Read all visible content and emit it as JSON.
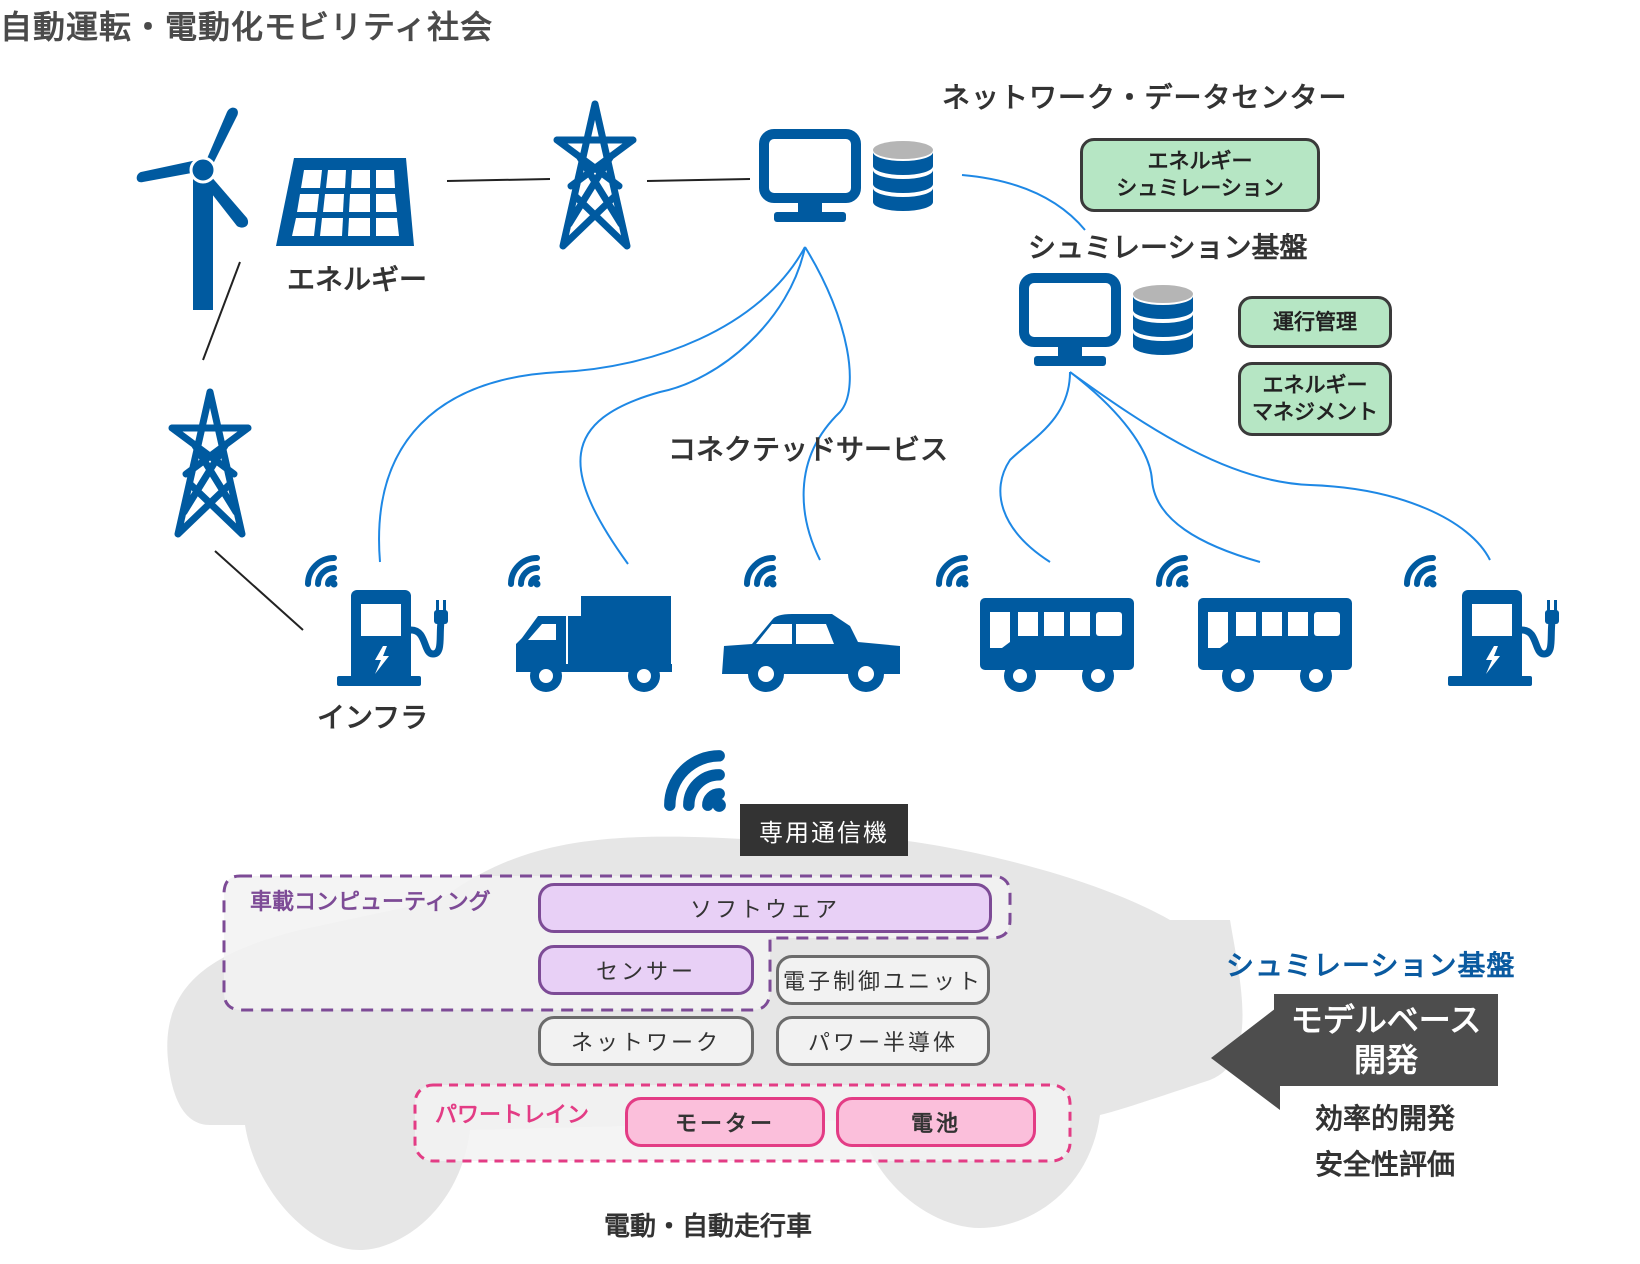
{
  "title": "自動運転・電動化モビリティ社会",
  "colors": {
    "icon_blue": "#005aa0",
    "link_blue": "#1e88e5",
    "green_box": "#b6e6c4",
    "purple": "#7d4b96",
    "purple_fill": "#e8d0f6",
    "pink": "#e33c85",
    "pink_fill": "#fbbfdb",
    "car_gray": "#e6e6e6",
    "dark_box": "#4d4d4d"
  },
  "energy": {
    "label": "エネルギー",
    "icons": [
      "wind-turbine-icon",
      "solar-panel-icon",
      "power-tower-icon",
      "power-tower-icon"
    ]
  },
  "network_datacenter": {
    "label": "ネットワーク・データセンター",
    "icons": [
      "monitor-icon",
      "database-icon"
    ]
  },
  "simulation_platform_top": {
    "label": "シュミレーション基盤",
    "boxes": [
      {
        "lines": [
          "エネルギー",
          "シュミレーション"
        ]
      }
    ]
  },
  "operations_center": {
    "icons": [
      "monitor-icon",
      "database-icon"
    ],
    "boxes": [
      {
        "lines": [
          "運行管理"
        ]
      },
      {
        "lines": [
          "エネルギー",
          "マネジメント"
        ]
      }
    ]
  },
  "connected_services": {
    "label": "コネクテッドサービス"
  },
  "infra": {
    "label": "インフラ"
  },
  "vehicles": [
    {
      "type": "charging-station",
      "icon": "ev-charger-icon"
    },
    {
      "type": "truck",
      "icon": "truck-icon"
    },
    {
      "type": "car",
      "icon": "car-icon"
    },
    {
      "type": "bus",
      "icon": "bus-icon"
    },
    {
      "type": "bus",
      "icon": "bus-icon"
    },
    {
      "type": "charging-station",
      "icon": "ev-charger-icon"
    }
  ],
  "vehicle_detail": {
    "comm_device": "専用通信機",
    "onboard_computing": {
      "label": "車載コンピューティング",
      "items": [
        "ソフトウェア",
        "センサー"
      ]
    },
    "components": [
      "電子制御ユニット",
      "ネットワーク",
      "パワー半導体"
    ],
    "powertrain": {
      "label": "パワートレイン",
      "items": [
        "モーター",
        "電池"
      ]
    },
    "car_label": "電動・自動走行車"
  },
  "simulation_platform_bottom": {
    "label": "シュミレーション基盤",
    "mbd_lines": [
      "モデルベース",
      "開発"
    ],
    "benefits": [
      "効率的開発",
      "安全性評価"
    ]
  }
}
